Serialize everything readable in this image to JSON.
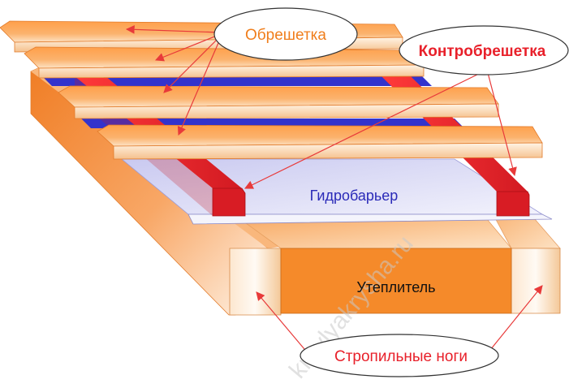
{
  "labels": {
    "battens": "Обрешетка",
    "counter_battens": "Контробрешетка",
    "membrane": "Гидробарьер",
    "insulation": "Утеплитель",
    "rafters": "Стропильные ноги"
  },
  "watermark": "krovlyakrysha.ru",
  "colors": {
    "wood": "#f7a55a",
    "wood_light": "#fde2c4",
    "wood_dark": "#e0701e",
    "counter_batten": "#e8202a",
    "counter_batten_dark": "#a90f16",
    "membrane": "#ddddf5",
    "membrane_exposed": "#3333cc",
    "insulation": "#f58a2a",
    "arrow": "#e83a3a",
    "label_orange": "#f07e1c",
    "label_red": "#e8202a",
    "label_blue": "#2a2ab8",
    "label_dark": "#111111"
  }
}
